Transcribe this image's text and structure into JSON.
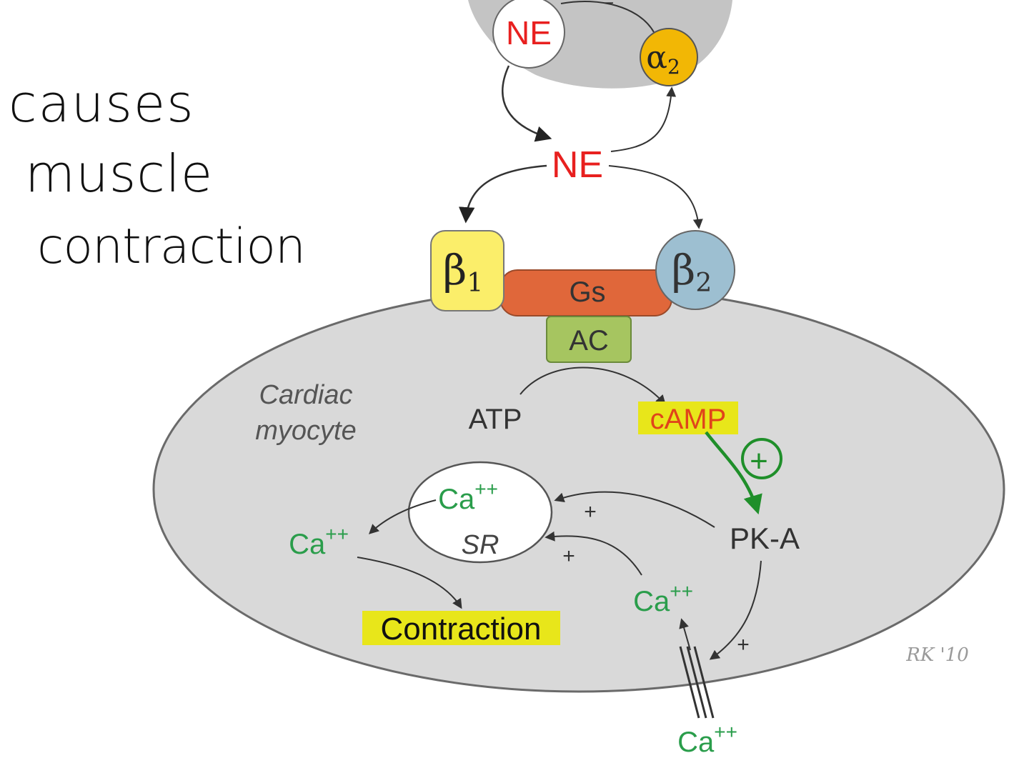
{
  "annotation": {
    "handwritten_lines": [
      "causes",
      "muscle",
      "contraction"
    ],
    "plus_mark": "+"
  },
  "nerve_terminal": {
    "vesicle_label": "NE",
    "alpha2_receptor": {
      "symbol": "α",
      "subscript": "2"
    },
    "feedback_sign": "−"
  },
  "released_transmitter": "NE",
  "membrane": {
    "beta1": {
      "symbol": "β",
      "subscript": "1"
    },
    "beta2": {
      "symbol": "β",
      "subscript": "2"
    },
    "g_protein": "Gs",
    "adenylyl_cyclase": "AC"
  },
  "cell": {
    "label_line1": "Cardiac",
    "label_line2": "myocyte",
    "atp": "ATP",
    "camp": "cAMP",
    "pka": "PK-A",
    "sr_label": "SR",
    "ca_ion": "Ca",
    "ca_charge": "++",
    "contraction": "Contraction",
    "plus": "+",
    "signature": "RK '10"
  },
  "colors": {
    "ne_red": "#e8201f",
    "calcium_green": "#2a9d4b",
    "highlight_yellow": "#e8e61a",
    "beta1_yellow": "#fbee6a",
    "beta2_blue": "#9dbfd1",
    "gs_orange": "#e0673a",
    "ac_green": "#a6c560",
    "alpha2_gold": "#f2b705",
    "cell_gray": "#d9d9d9",
    "terminal_gray": "#c4c4c4",
    "ink_green": "#1f8f2a"
  }
}
